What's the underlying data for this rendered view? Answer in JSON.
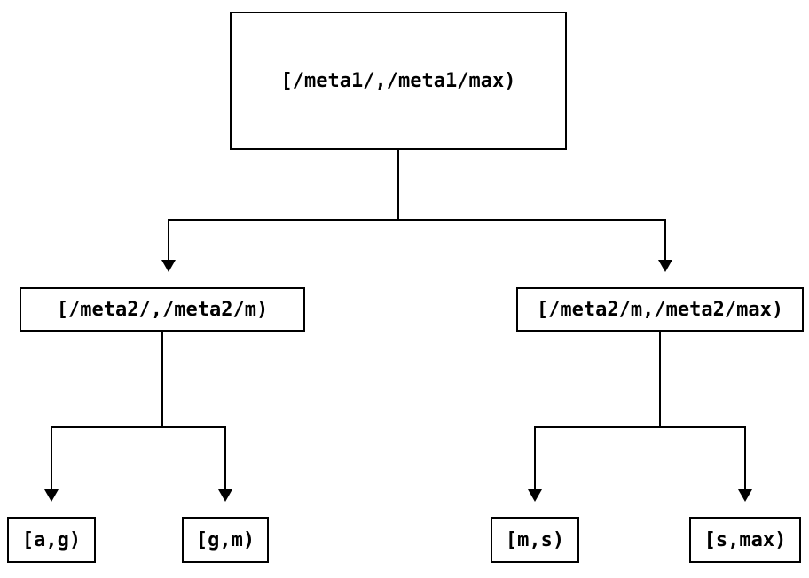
{
  "diagram": {
    "type": "tree",
    "colors": {
      "line": "#000000",
      "text": "#000000",
      "background": "#ffffff",
      "node_fill": "#ffffff"
    },
    "nodes": {
      "root": {
        "label": "[/meta1/,/meta1/max)"
      },
      "left": {
        "label": "[/meta2/,/meta2/m)"
      },
      "right": {
        "label": "[/meta2/m,/meta2/max)"
      },
      "leaf_ag": {
        "label": "[a,g)"
      },
      "leaf_gm": {
        "label": "[g,m)"
      },
      "leaf_ms": {
        "label": "[m,s)"
      },
      "leaf_smax": {
        "label": "[s,max)"
      }
    },
    "edges": [
      {
        "from": "root",
        "to": "left"
      },
      {
        "from": "root",
        "to": "right"
      },
      {
        "from": "left",
        "to": "leaf_ag"
      },
      {
        "from": "left",
        "to": "leaf_gm"
      },
      {
        "from": "right",
        "to": "leaf_ms"
      },
      {
        "from": "right",
        "to": "leaf_smax"
      }
    ]
  }
}
